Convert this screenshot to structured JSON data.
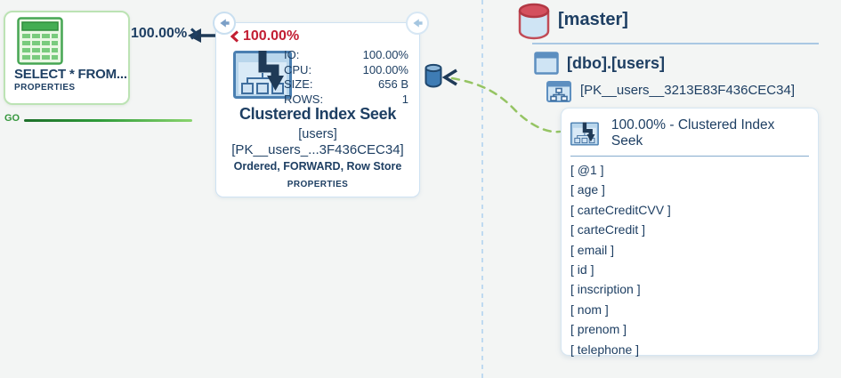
{
  "statement_node": {
    "label": "SELECT * FROM...",
    "properties_label": "PROPERTIES",
    "cost": "100.00%",
    "batch_label": "GO"
  },
  "seek_node": {
    "cost": "100.00%",
    "stats": [
      {
        "label": "IO:",
        "value": "100.00%"
      },
      {
        "label": "CPU:",
        "value": "100.00%"
      },
      {
        "label": "SIZE:",
        "value": "656 B"
      },
      {
        "label": "ROWS:",
        "value": "1"
      }
    ],
    "title": "Clustered Index Seek",
    "object": "[users]",
    "index": "[PK__users_...3F436CEC34]",
    "attributes": "Ordered, FORWARD, Row Store",
    "properties_label": "PROPERTIES"
  },
  "schema": {
    "database": "[master]",
    "table": "[dbo].[users]",
    "index": "[PK__users__3213E83F436CEC34]"
  },
  "output_tooltip": {
    "title": "100.00% - Clustered Index Seek",
    "columns": [
      "[ @1 ]",
      "[ age ]",
      "[ carteCreditCVV ]",
      "[ carteCredit ]",
      "[ email ]",
      "[ id ]",
      "[ inscription ]",
      "[ nom ]",
      "[ prenom ]",
      "[ telephone ]"
    ]
  },
  "colors": {
    "text_navy": "#1e3f63",
    "cost_red": "#c21e33",
    "batch_green": "#35973d",
    "statement_border": "#bce3b4",
    "node_border": "#cfe2f2",
    "dashed_separator_blue": "#aed2ee",
    "dashed_connector_green": "#95c463",
    "arrow_navy": "#1f3a57"
  }
}
